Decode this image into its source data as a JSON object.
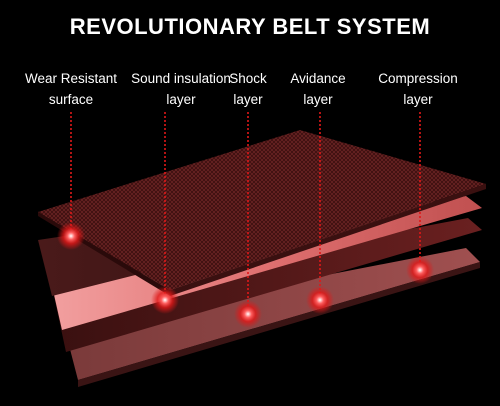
{
  "title": "REVOLUTIONARY BELT SYSTEM",
  "layers": [
    {
      "line1": "Wear Resistant",
      "line2": "surface"
    },
    {
      "line1": "Sound insulation",
      "line2": "layer"
    },
    {
      "line1": "Shock",
      "line2": "layer"
    },
    {
      "line1": "Avidance",
      "line2": "layer"
    },
    {
      "line1": "Compression",
      "line2": "layer"
    }
  ],
  "colors": {
    "background": "#000000",
    "accent": "#e01818",
    "text": "#ffffff"
  }
}
